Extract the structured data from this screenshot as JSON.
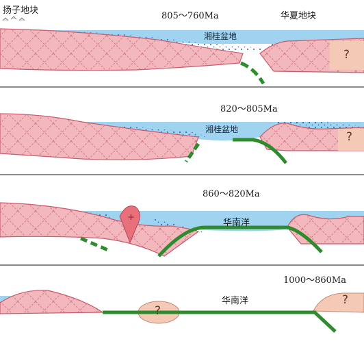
{
  "panels": [
    {
      "time_label": "805～760Ma",
      "west_block": "扬子地块",
      "east_block": "华夏地块",
      "basin": "湘桂盆地",
      "unknown_mark": "?"
    },
    {
      "time_label": "820～805Ma",
      "basin": "湘桂盆地",
      "unknown_mark": "?"
    },
    {
      "time_label": "860～820Ma",
      "ocean": "华南洋",
      "intrusion_mark": "+"
    },
    {
      "time_label": "1000～860Ma",
      "ocean": "华南洋",
      "unknown_mark": "?",
      "unknown_mark_east": "?"
    }
  ],
  "colors": {
    "crust_fill": "#f2b8bd",
    "crust_line": "#c85a6a",
    "sea": "#9fd3ef",
    "sediment": "#2f6fb3",
    "slab": "#2e8b2e",
    "unknown_fill": "#f4c9b6"
  }
}
